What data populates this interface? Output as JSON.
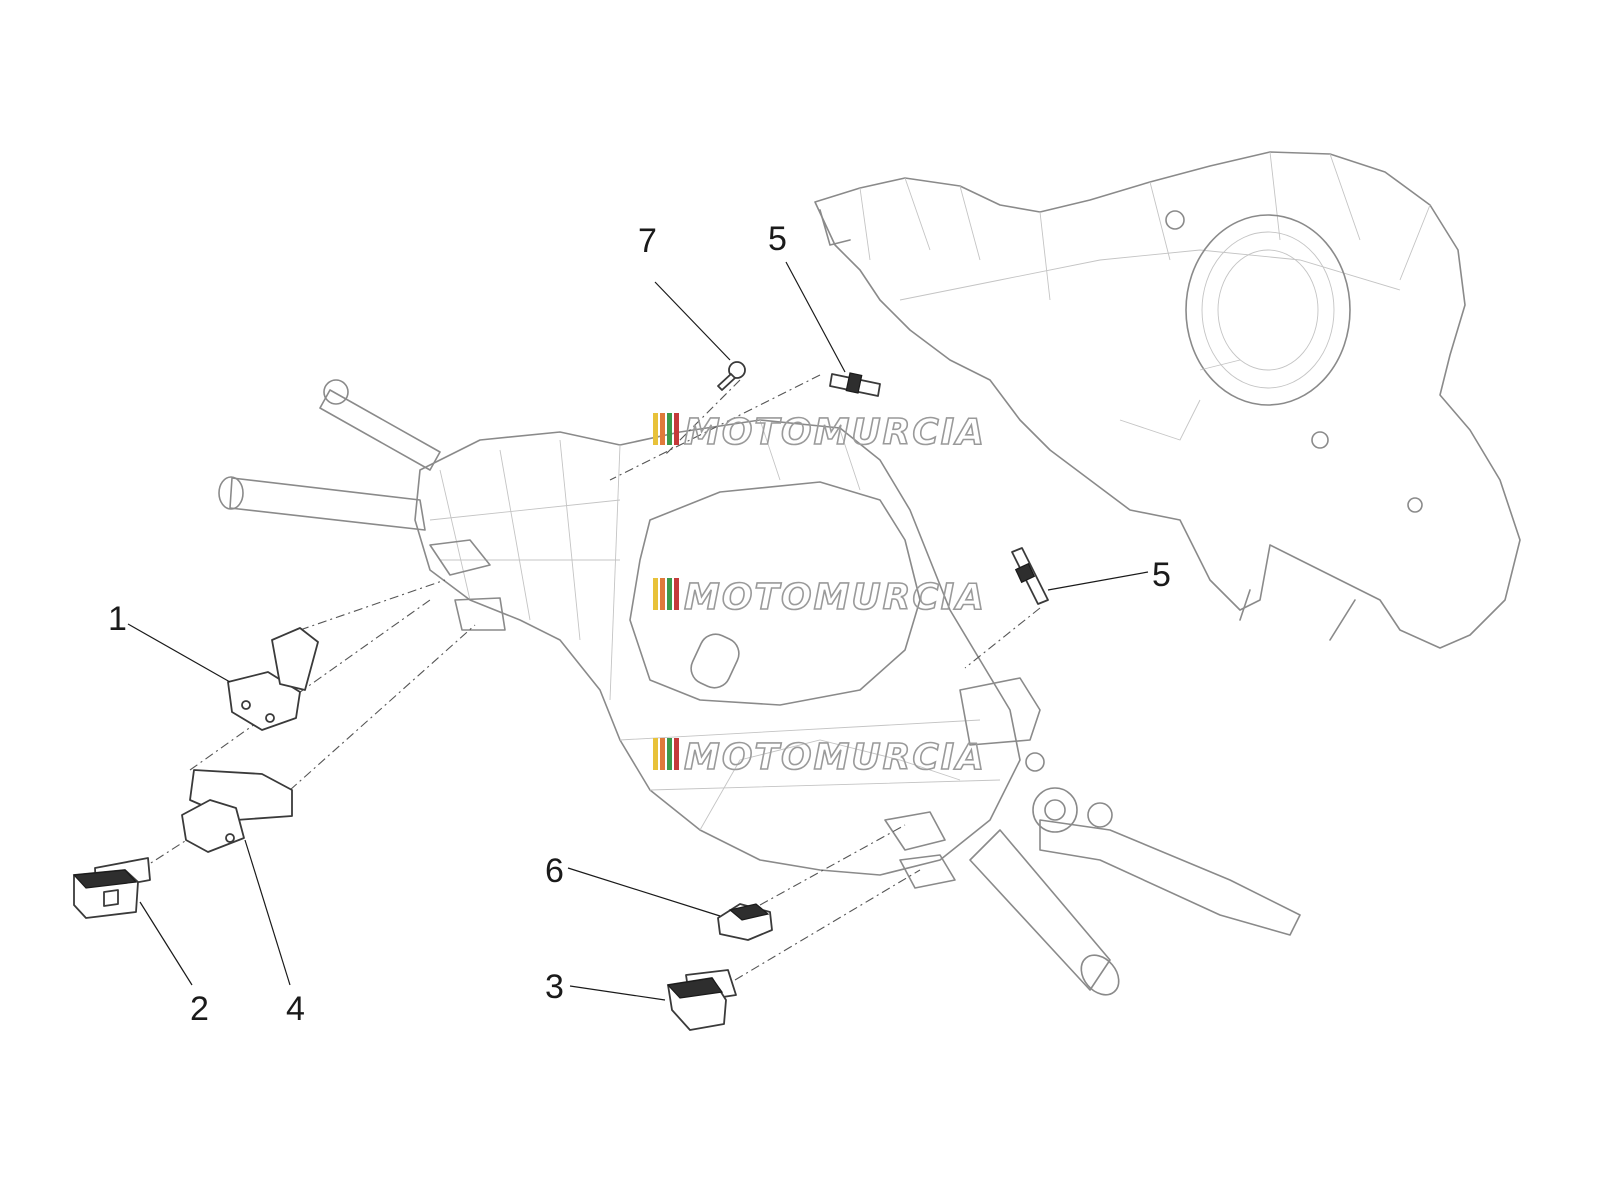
{
  "diagram": {
    "callouts": [
      "1",
      "2",
      "3",
      "4",
      "5",
      "5",
      "6",
      "7"
    ],
    "watermark": "MOTOMURCIA",
    "watermark_colors": [
      "#e8c23a",
      "#e07a3a",
      "#3a9a4a",
      "#c43a3a"
    ]
  }
}
